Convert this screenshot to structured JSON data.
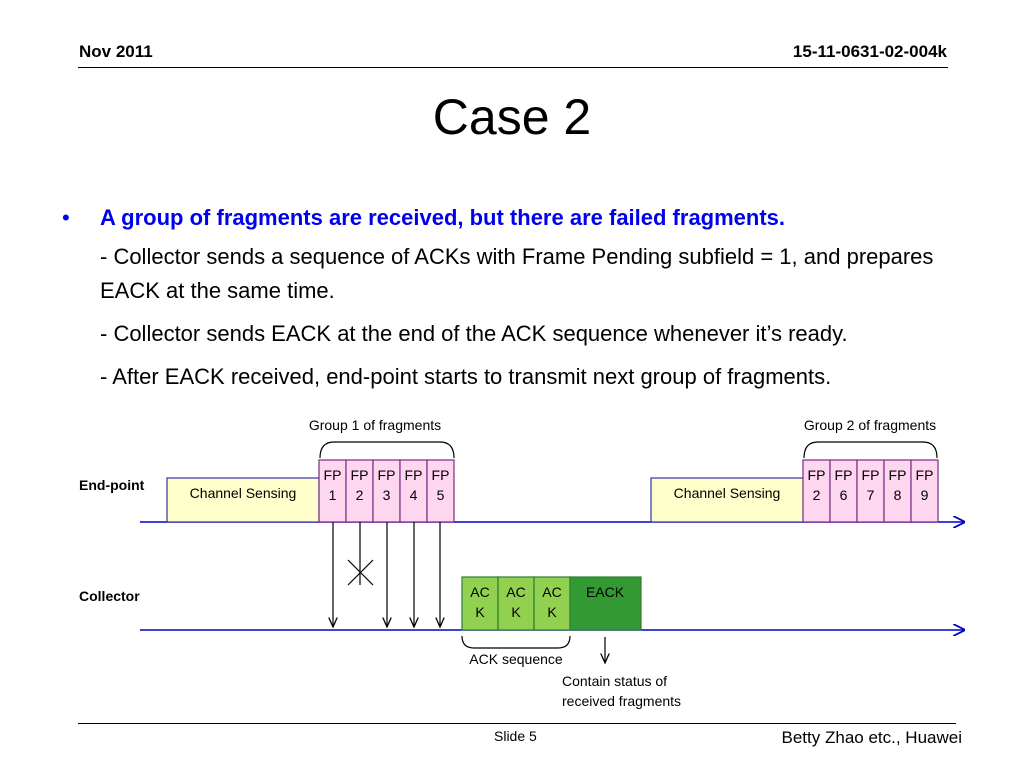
{
  "header": {
    "date": "Nov 2011",
    "doc_id": "15-11-0631-02-004k"
  },
  "title": "Case 2",
  "body": {
    "bullet_symbol": "•",
    "main": "A group of fragments are received, but there are failed fragments.",
    "sub": [
      "- Collector sends a sequence of ACKs with Frame Pending subfield = 1, and prepares EACK at the same time.",
      "- Collector sends EACK at the end of the ACK sequence whenever it’s ready.",
      "- After EACK received, end-point starts to transmit next group of fragments."
    ]
  },
  "diagram": {
    "endpoint_label": "End-point",
    "collector_label": "Collector",
    "group1_label": "Group 1 of fragments",
    "group2_label": "Group 2 of fragments",
    "channel_sensing_1": "Channel Sensing",
    "channel_sensing_2": "Channel Sensing",
    "group1_fragments": [
      {
        "top": "FP",
        "bottom": "1"
      },
      {
        "top": "FP",
        "bottom": "2"
      },
      {
        "top": "FP",
        "bottom": "3"
      },
      {
        "top": "FP",
        "bottom": "4"
      },
      {
        "top": "FP",
        "bottom": "5"
      }
    ],
    "group2_fragments": [
      {
        "top": "FP",
        "bottom": "2"
      },
      {
        "top": "FP",
        "bottom": "6"
      },
      {
        "top": "FP",
        "bottom": "7"
      },
      {
        "top": "FP",
        "bottom": "8"
      },
      {
        "top": "FP",
        "bottom": "9"
      }
    ],
    "acks": [
      {
        "top": "AC",
        "bottom": "K"
      },
      {
        "top": "AC",
        "bottom": "K"
      },
      {
        "top": "AC",
        "bottom": "K"
      }
    ],
    "eack_label": "EACK",
    "ack_sequence_label": "ACK sequence",
    "contain_status_line1": "Contain status of",
    "contain_status_line2": "received fragments",
    "colors": {
      "timeline": "#0000cc",
      "channel_fill": "#ffffcc",
      "channel_stroke": "#3333aa",
      "fp_fill": "#ffd6f0",
      "fp_stroke": "#7a2a80",
      "ack_fill": "#92d050",
      "ack_stroke": "#2e7d32",
      "eack_fill": "#339933"
    }
  },
  "footer": {
    "slide": "Slide 5",
    "author": "Betty Zhao etc., Huawei"
  }
}
